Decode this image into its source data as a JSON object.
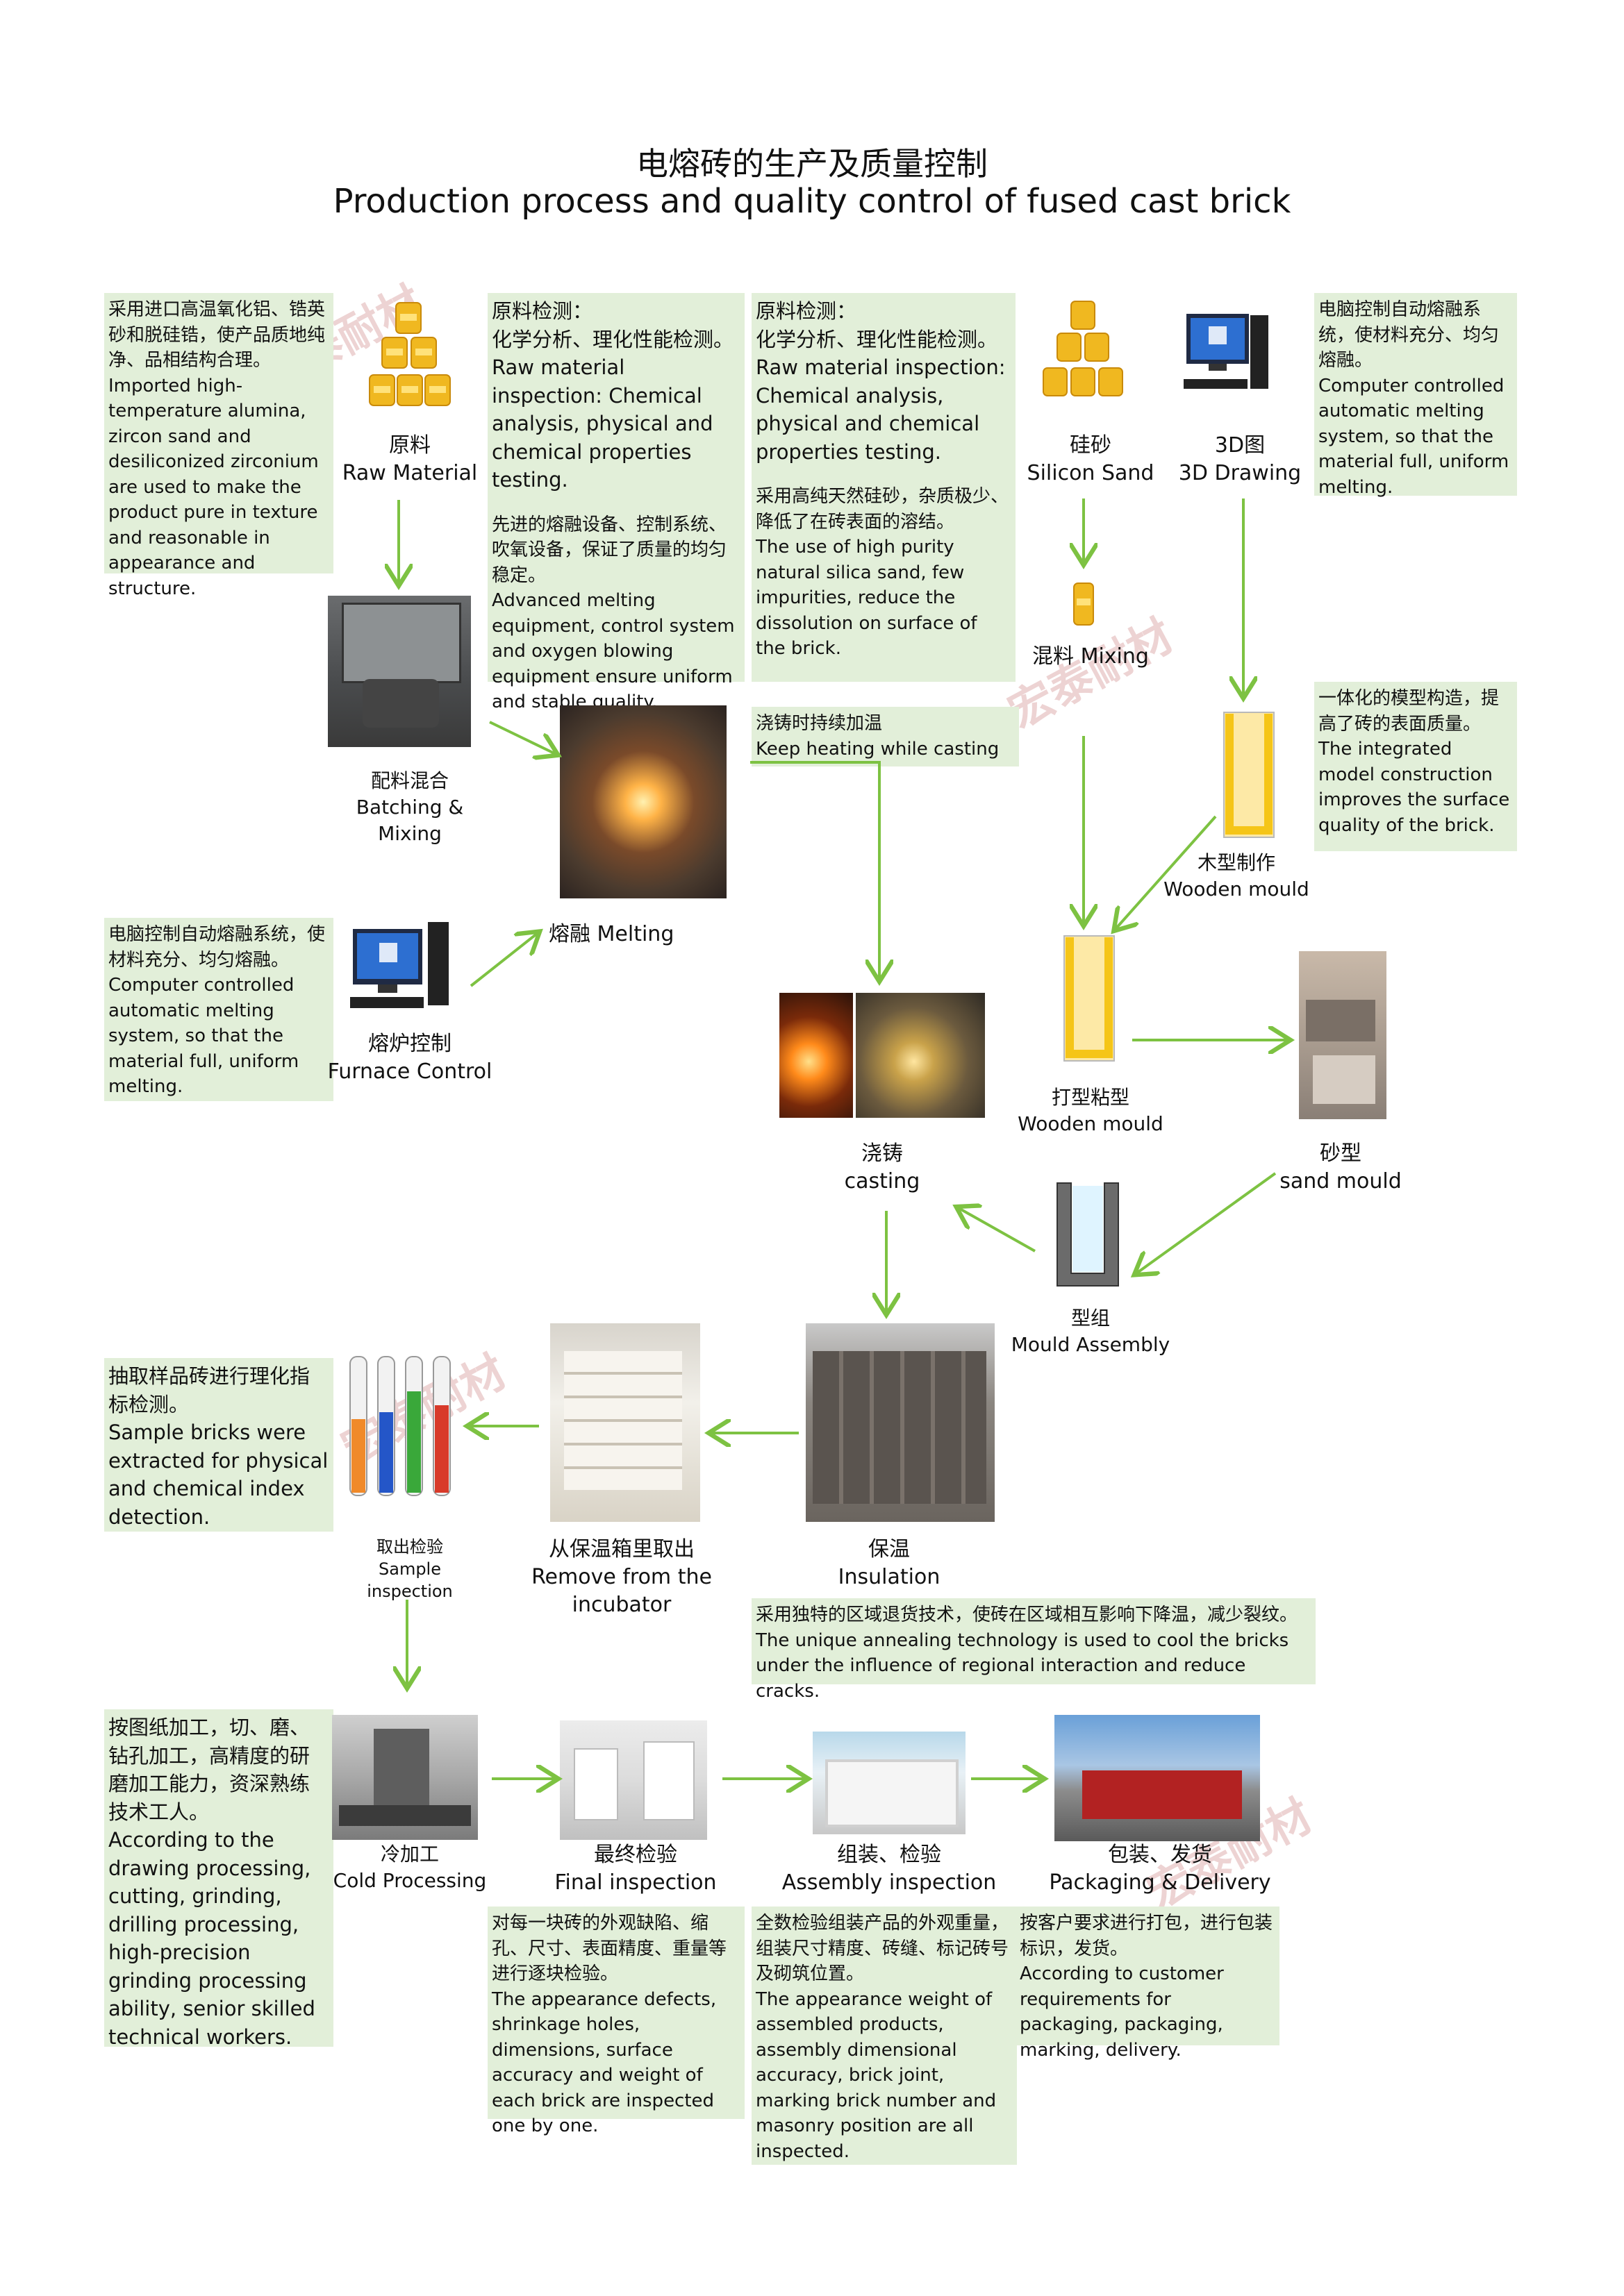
{
  "title": {
    "zh": "电熔砖的生产及质量控制",
    "en": "Production process and quality control of fused cast brick"
  },
  "watermark": "宏泰耐材",
  "colors": {
    "note_bg": "#e2efd9",
    "arrow": "#7dc242",
    "mould_yellow": "#f5c518"
  },
  "steps": {
    "raw_material": {
      "zh": "原料",
      "en": "Raw Material"
    },
    "silicon_sand": {
      "zh": "硅砂",
      "en": "Silicon Sand"
    },
    "drawing_3d": {
      "zh": "3D图",
      "en": "3D Drawing"
    },
    "batching": {
      "zh": "配料混合",
      "en": "Batching &",
      "en2": "Mixing"
    },
    "mixing": {
      "zh": "混料 Mixing"
    },
    "melting": {
      "zh": "熔融 Melting"
    },
    "furnace": {
      "zh": "熔炉控制",
      "en": "Furnace Control"
    },
    "wooden_mould_1": {
      "zh": "木型制作",
      "en": "Wooden mould"
    },
    "wooden_mould_2": {
      "zh": "打型粘型",
      "en": "Wooden mould"
    },
    "casting": {
      "zh": "浇铸",
      "en": "casting"
    },
    "sand_mould": {
      "zh": "砂型",
      "en": "sand mould"
    },
    "mould_assembly": {
      "zh": "型组",
      "en": "Mould Assembly"
    },
    "insulation": {
      "zh": "保温",
      "en": "Insulation"
    },
    "remove": {
      "zh": "从保温箱里取出",
      "en": "Remove from the incubator"
    },
    "sample": {
      "zh": "取出检验",
      "en": "Sample inspection"
    },
    "cold": {
      "zh": "冷加工",
      "en": "Cold Processing"
    },
    "final": {
      "zh": "最终检验",
      "en": "Final inspection"
    },
    "assembly": {
      "zh": "组装、检验",
      "en": "Assembly inspection"
    },
    "packaging": {
      "zh": "包装、发货",
      "en": "Packaging & Delivery"
    }
  },
  "notes": {
    "raw": {
      "zh": "采用进口高温氧化铝、锆英砂和脱硅锆，使产品质地纯净、品相结构合理。",
      "en": "Imported high-temperature alumina, zircon sand and desiliconized zirconium are used to make the product pure in texture and reasonable in appearance and structure."
    },
    "inspect1": {
      "zh_head": "原料检测：",
      "zh": "化学分析、理化性能检测。",
      "en": "Raw material inspection: Chemical analysis, physical and chemical properties testing."
    },
    "inspect2": {
      "zh_head": "原料检测：",
      "zh": "化学分析、理化性能检测。",
      "en": "Raw material inspection: Chemical analysis, physical and chemical properties testing."
    },
    "melting_eq": {
      "zh": "先进的熔融设备、控制系统、吹氧设备，保证了质量的均匀稳定。",
      "en": "Advanced melting equipment, control system and oxygen blowing equipment ensure uniform and stable quality."
    },
    "silica": {
      "zh": "采用高纯天然硅砂，杂质极少、降低了在砖表面的溶结。",
      "en": "The use of high purity natural silica sand, few impurities, reduce the  dissolution on surface of the brick."
    },
    "computer_top": {
      "zh": "电脑控制自动熔融系统，使材料充分、均匀熔融。",
      "en": "Computer controlled automatic melting system, so that the material full, uniform melting."
    },
    "integrated": {
      "zh": "一体化的模型构造，提高了砖的表面质量。",
      "en": "The integrated model construction improves the surface quality of the brick."
    },
    "keep_heating": {
      "zh": "浇铸时持续加温",
      "en": "Keep heating while casting"
    },
    "computer_left": {
      "zh": "电脑控制自动熔融系统，使材料充分、均匀熔融。",
      "en": "Computer controlled automatic melting system, so that the material full, uniform melting."
    },
    "sample": {
      "zh": "抽取样品砖进行理化指标检测。",
      "en": "Sample bricks were extracted for physical and chemical index detection."
    },
    "annealing": {
      "zh": "采用独特的区域退货技术，使砖在区域相互影响下降温，减少裂纹。",
      "en": "The unique annealing technology is used to cool the bricks under the influence of regional interaction and reduce cracks."
    },
    "cold": {
      "zh": "按图纸加工，切、磨、钻孔加工，高精度的研磨加工能力，资深熟练技术工人。",
      "en": "According to the drawing processing, cutting, grinding, drilling processing, high-precision grinding processing ability, senior skilled technical workers."
    },
    "final": {
      "zh": "对每一块砖的外观缺陷、缩孔、尺寸、表面精度、重量等进行逐块检验。",
      "en": "The appearance defects, shrinkage holes, dimensions, surface accuracy and weight of each brick are inspected one by one."
    },
    "assembly": {
      "zh": "全数检验组装产品的外观重量，组装尺寸精度、砖缝、标记砖号及砌筑位置。",
      "en": "The appearance weight of assembled products, assembly dimensional accuracy, brick joint, marking brick number and masonry position are all inspected."
    },
    "packaging": {
      "zh": "按客户要求进行打包，进行包装标识，发货。",
      "en": "According to customer requirements for packaging, packaging, marking, delivery."
    }
  }
}
